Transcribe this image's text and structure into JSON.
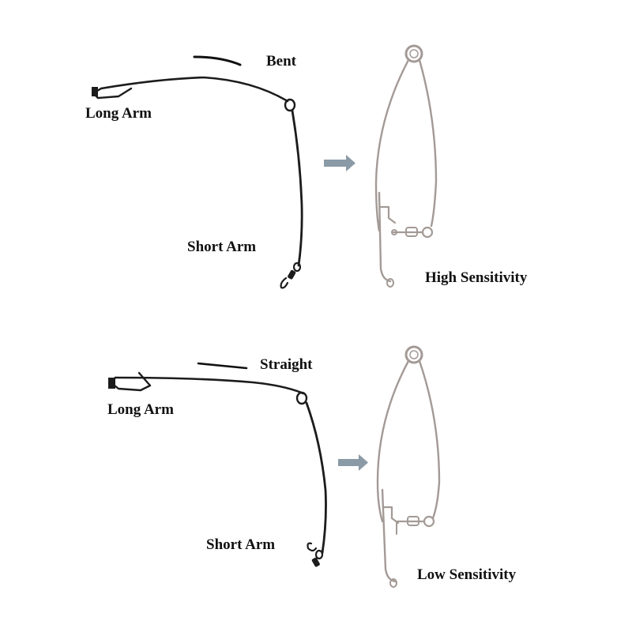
{
  "panels": [
    {
      "wire_label": "Bent",
      "long_arm_label": "Long Arm",
      "short_arm_label": "Short Arm",
      "result_label": "High Sensitivity"
    },
    {
      "wire_label": "Straight",
      "long_arm_label": "Long Arm",
      "short_arm_label": "Short Arm",
      "result_label": "Low Sensitivity"
    }
  ],
  "colors": {
    "wire": "#1c1c1c",
    "steel": "#a39a96",
    "arrow": "#8a9aa6",
    "text": "#111111"
  }
}
